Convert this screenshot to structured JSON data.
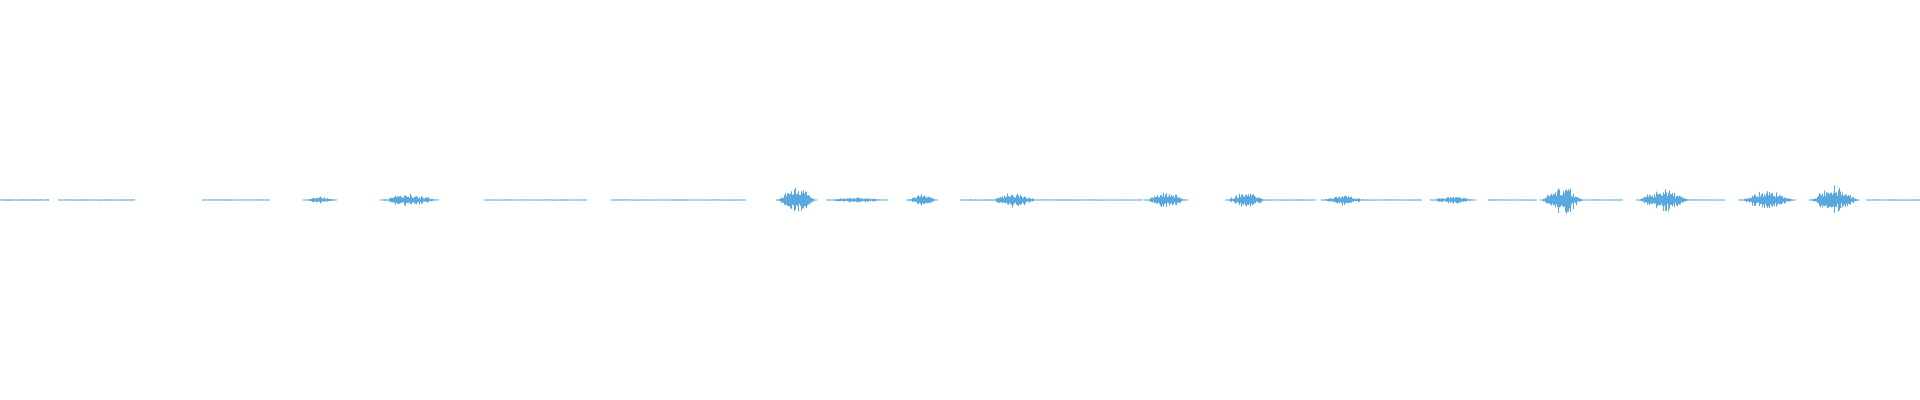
{
  "waveform": {
    "color": "#5aa8e0",
    "segments": [
      {
        "start": 0.0,
        "end": 0.025,
        "level": 0.05
      },
      {
        "start": 0.03,
        "end": 0.07,
        "level": 0.04
      },
      {
        "start": 0.105,
        "end": 0.14,
        "level": 0.04
      },
      {
        "start": 0.158,
        "end": 0.175,
        "level": 0.22
      },
      {
        "start": 0.198,
        "end": 0.228,
        "level": 0.42
      },
      {
        "start": 0.252,
        "end": 0.305,
        "level": 0.03
      },
      {
        "start": 0.318,
        "end": 0.388,
        "level": 0.03
      },
      {
        "start": 0.404,
        "end": 0.425,
        "level": 0.78
      },
      {
        "start": 0.43,
        "end": 0.462,
        "level": 0.18
      },
      {
        "start": 0.472,
        "end": 0.488,
        "level": 0.38
      },
      {
        "start": 0.5,
        "end": 0.52,
        "level": 0.05
      },
      {
        "start": 0.516,
        "end": 0.54,
        "level": 0.52
      },
      {
        "start": 0.54,
        "end": 0.595,
        "level": 0.03
      },
      {
        "start": 0.596,
        "end": 0.618,
        "level": 0.48
      },
      {
        "start": 0.638,
        "end": 0.66,
        "level": 0.5
      },
      {
        "start": 0.66,
        "end": 0.685,
        "level": 0.03
      },
      {
        "start": 0.688,
        "end": 0.712,
        "level": 0.32
      },
      {
        "start": 0.712,
        "end": 0.74,
        "level": 0.04
      },
      {
        "start": 0.745,
        "end": 0.768,
        "level": 0.25
      },
      {
        "start": 0.775,
        "end": 0.8,
        "level": 0.03
      },
      {
        "start": 0.802,
        "end": 0.825,
        "level": 0.88
      },
      {
        "start": 0.825,
        "end": 0.845,
        "level": 0.03
      },
      {
        "start": 0.852,
        "end": 0.88,
        "level": 0.74
      },
      {
        "start": 0.88,
        "end": 0.898,
        "level": 0.03
      },
      {
        "start": 0.905,
        "end": 0.935,
        "level": 0.6
      },
      {
        "start": 0.942,
        "end": 0.968,
        "level": 0.82
      },
      {
        "start": 0.972,
        "end": 1.0,
        "level": 0.03
      }
    ]
  }
}
